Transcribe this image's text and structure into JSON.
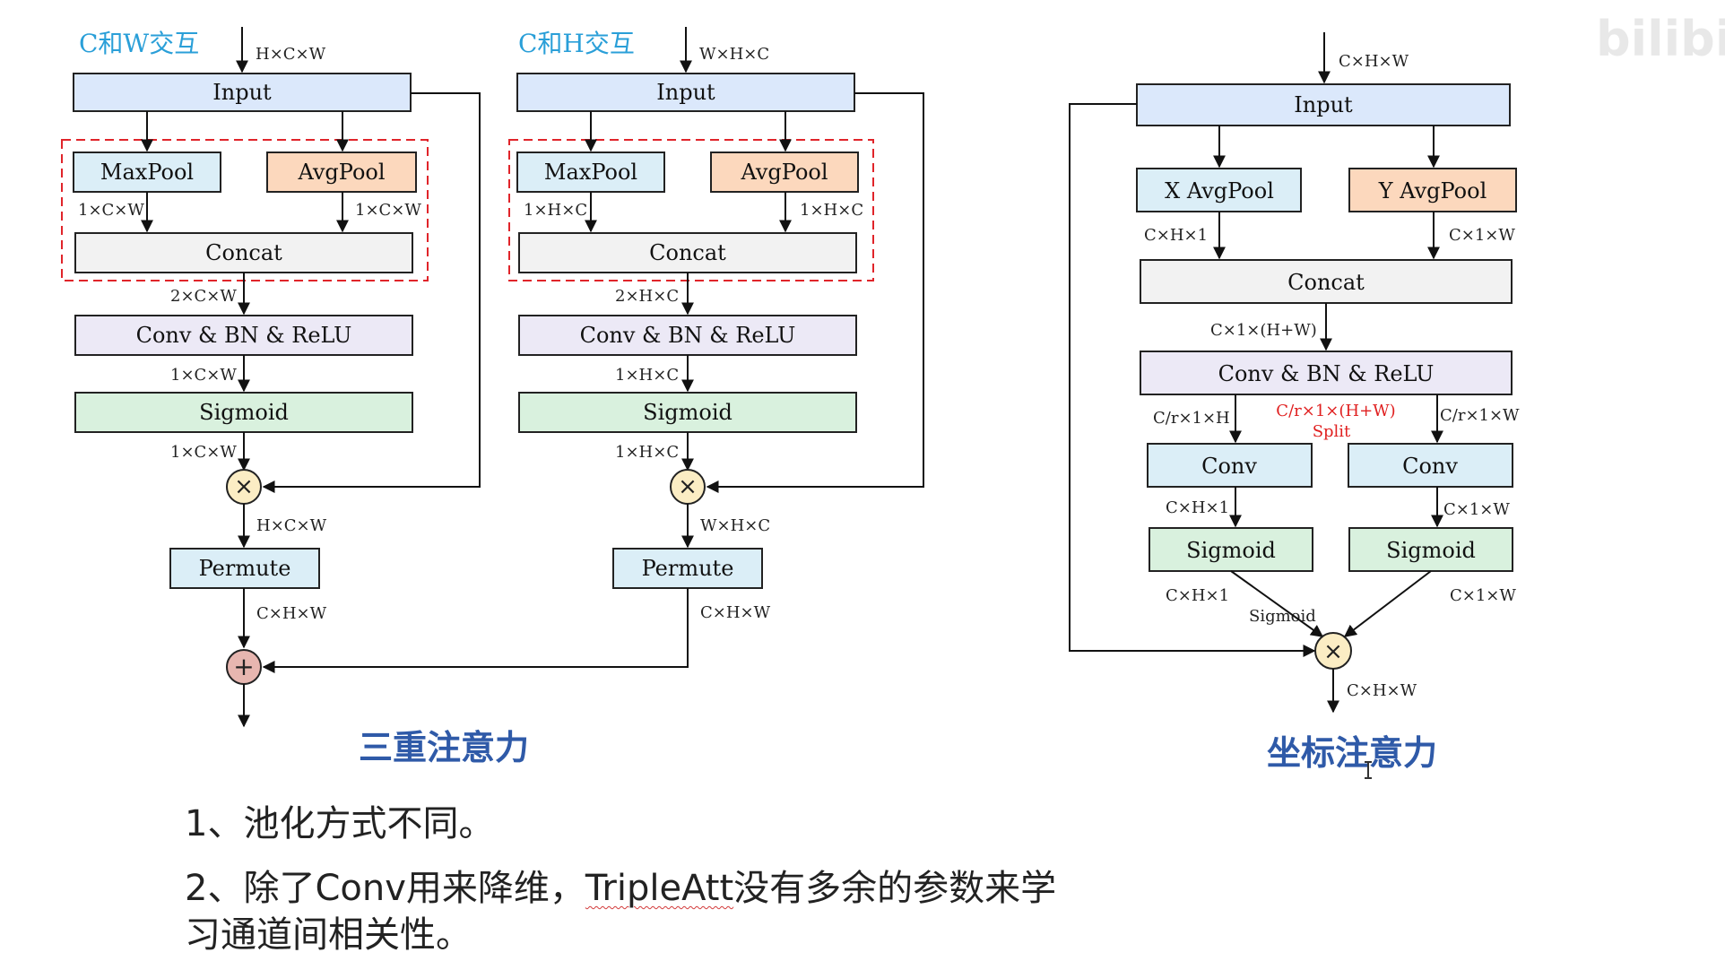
{
  "colors": {
    "blue_box": "#dbe8fb",
    "cyan_box": "#dbeef7",
    "orange_box": "#fcd8bd",
    "gray_box": "#f2f2f2",
    "lavender_box": "#ece9f6",
    "green_box": "#d9f1de",
    "mult_node": "#fbedc4",
    "add_node": "#e7b6b0",
    "dashed_red": "#e0242a",
    "title_blue": "#2f5aa8",
    "label_cyan": "#2a9fd8",
    "split_red": "#e02020"
  },
  "diagrams": {
    "cw": {
      "heading": "C和W交互",
      "input_shape": "H×C×W",
      "input": "Input",
      "maxpool": "MaxPool",
      "avgpool": "AvgPool",
      "maxpool_shape": "1×C×W",
      "avgpool_shape": "1×C×W",
      "concat": "Concat",
      "concat_shape": "2×C×W",
      "conv": "Conv & BN & ReLU",
      "conv_shape": "1×C×W",
      "sigmoid": "Sigmoid",
      "sigmoid_shape": "1×C×W",
      "mult_shape": "H×C×W",
      "permute": "Permute",
      "permute_shape": "C×H×W"
    },
    "ch": {
      "heading": "C和H交互",
      "input_shape": "W×H×C",
      "input": "Input",
      "maxpool": "MaxPool",
      "avgpool": "AvgPool",
      "maxpool_shape": "1×H×C",
      "avgpool_shape": "1×H×C",
      "concat": "Concat",
      "concat_shape": "2×H×C",
      "conv": "Conv & BN & ReLU",
      "conv_shape": "1×H×C",
      "sigmoid": "Sigmoid",
      "sigmoid_shape": "1×H×C",
      "mult_shape": "W×H×C",
      "permute": "Permute",
      "permute_shape": "C×H×W"
    },
    "coord": {
      "input_shape": "C×H×W",
      "input": "Input",
      "xpool": "X AvgPool",
      "ypool": "Y AvgPool",
      "xpool_shape": "C×H×1",
      "ypool_shape": "C×1×W",
      "concat": "Concat",
      "concat_shape": "C×1×(H+W)",
      "conv": "Conv & BN & ReLU",
      "split_left_shape": "C/r×1×H",
      "split_right_shape": "C/r×1×W",
      "split_shape": "C/r×1×(H+W)",
      "split_label": "Split",
      "conv_left": "Conv",
      "conv_right": "Conv",
      "conv_left_shape": "C×H×1",
      "conv_right_shape": "C×1×W",
      "sig_left": "Sigmoid",
      "sig_right": "Sigmoid",
      "sig_left_shape": "C×H×1",
      "sig_right_shape": "C×1×W",
      "sig_merge_label": "Sigmoid",
      "output_shape": "C×H×W"
    }
  },
  "titles": {
    "triplet": "三重注意力",
    "coord": "坐标注意力"
  },
  "notes": {
    "line1": "1、池化方式不同。",
    "line2_prefix": "2、除了Conv用来降维，",
    "line2_term": "TripleAtt",
    "line2_suffix": "没有多余的参数来学",
    "line3": "习通道间相关性。"
  },
  "watermark": "bilibili"
}
